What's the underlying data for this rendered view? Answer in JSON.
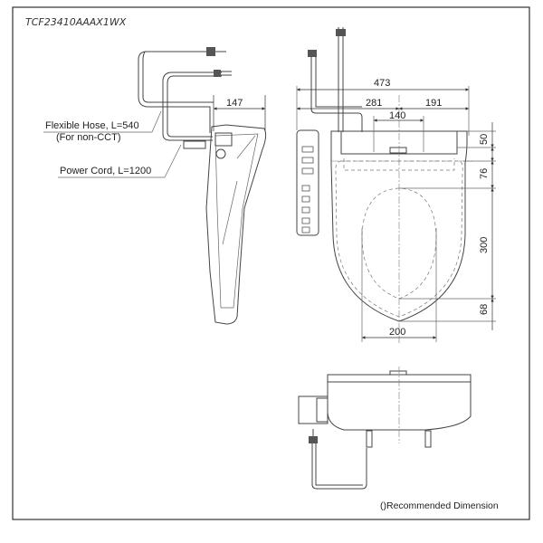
{
  "model": "TCF23410AAAX1WX",
  "labels": {
    "hose": "Flexible Hose, L=540",
    "hose_note": "(For non-CCT)",
    "power": "Power Cord, L=1200",
    "note": "()Recommended Dimension"
  },
  "dimensions": {
    "side_depth": "147",
    "width_total": "473",
    "left_of_center": "281",
    "right_of_center": "191",
    "bolt_spacing": "140",
    "d50": "50",
    "d76": "76",
    "d300": "300",
    "d68": "68",
    "opening_width": "200"
  }
}
